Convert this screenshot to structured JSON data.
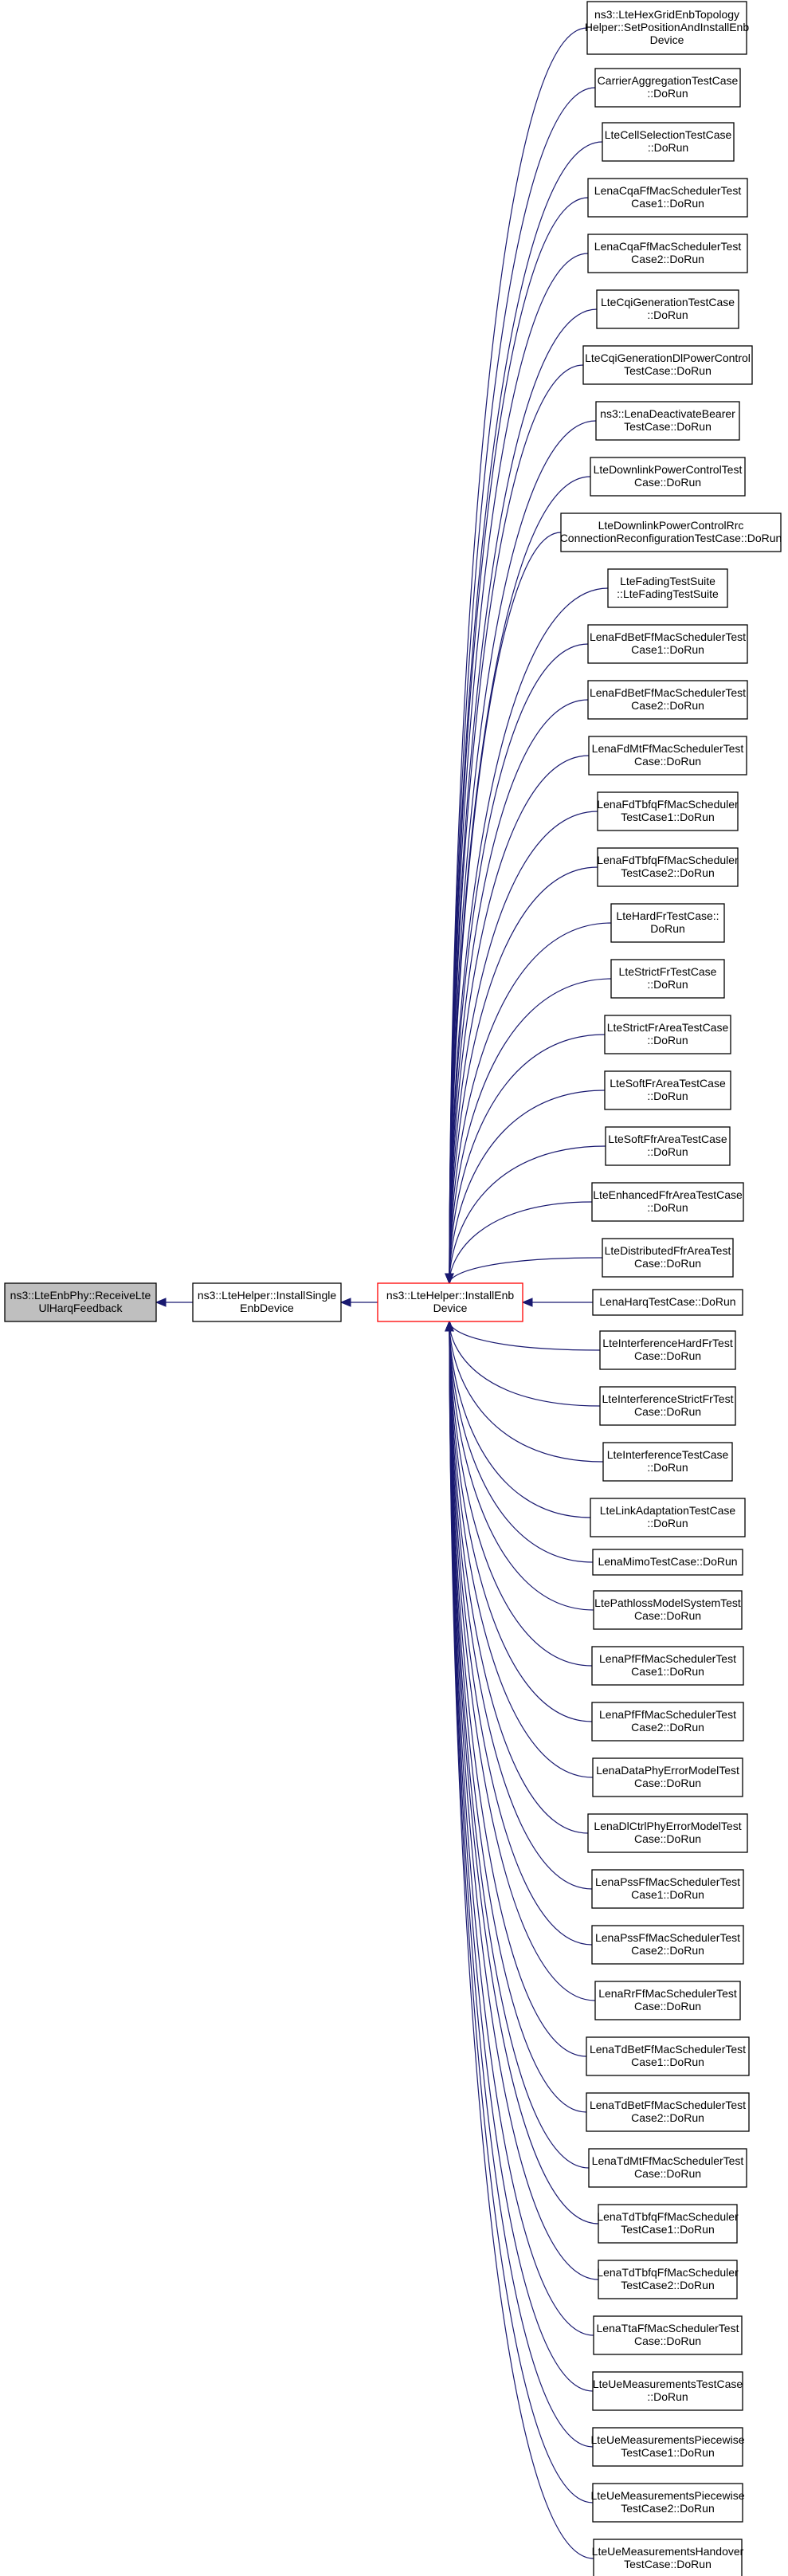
{
  "graph": {
    "root": {
      "lines": [
        "ns3::LteEnbPhy::ReceiveLte",
        "UlHarqFeedback"
      ]
    },
    "install_single": {
      "lines": [
        "ns3::LteHelper::InstallSingle",
        "EnbDevice"
      ]
    },
    "install_enb": {
      "lines": [
        "ns3::LteHelper::InstallEnb",
        "Device"
      ]
    },
    "callers": [
      {
        "lines": [
          "ns3::LteHexGridEnbTopology",
          "Helper::SetPositionAndInstallEnb",
          "Device"
        ]
      },
      {
        "lines": [
          "CarrierAggregationTestCase",
          "::DoRun"
        ]
      },
      {
        "lines": [
          "LteCellSelectionTestCase",
          "::DoRun"
        ]
      },
      {
        "lines": [
          "LenaCqaFfMacSchedulerTest",
          "Case1::DoRun"
        ]
      },
      {
        "lines": [
          "LenaCqaFfMacSchedulerTest",
          "Case2::DoRun"
        ]
      },
      {
        "lines": [
          "LteCqiGenerationTestCase",
          "::DoRun"
        ]
      },
      {
        "lines": [
          "LteCqiGenerationDlPowerControl",
          "TestCase::DoRun"
        ]
      },
      {
        "lines": [
          "ns3::LenaDeactivateBearer",
          "TestCase::DoRun"
        ]
      },
      {
        "lines": [
          "LteDownlinkPowerControlTest",
          "Case::DoRun"
        ]
      },
      {
        "lines": [
          "LteDownlinkPowerControlRrc",
          "ConnectionReconfigurationTestCase::DoRun"
        ]
      },
      {
        "lines": [
          "LteFadingTestSuite",
          "::LteFadingTestSuite"
        ]
      },
      {
        "lines": [
          "LenaFdBetFfMacSchedulerTest",
          "Case1::DoRun"
        ]
      },
      {
        "lines": [
          "LenaFdBetFfMacSchedulerTest",
          "Case2::DoRun"
        ]
      },
      {
        "lines": [
          "LenaFdMtFfMacSchedulerTest",
          "Case::DoRun"
        ]
      },
      {
        "lines": [
          "LenaFdTbfqFfMacScheduler",
          "TestCase1::DoRun"
        ]
      },
      {
        "lines": [
          "LenaFdTbfqFfMacScheduler",
          "TestCase2::DoRun"
        ]
      },
      {
        "lines": [
          "LteHardFrTestCase::",
          "DoRun"
        ]
      },
      {
        "lines": [
          "LteStrictFrTestCase",
          "::DoRun"
        ]
      },
      {
        "lines": [
          "LteStrictFrAreaTestCase",
          "::DoRun"
        ]
      },
      {
        "lines": [
          "LteSoftFrAreaTestCase",
          "::DoRun"
        ]
      },
      {
        "lines": [
          "LteSoftFfrAreaTestCase",
          "::DoRun"
        ]
      },
      {
        "lines": [
          "LteEnhancedFfrAreaTestCase",
          "::DoRun"
        ]
      },
      {
        "lines": [
          "LteDistributedFfrAreaTest",
          "Case::DoRun"
        ]
      },
      {
        "lines": [
          "LenaHarqTestCase::DoRun"
        ]
      },
      {
        "lines": [
          "LteInterferenceHardFrTest",
          "Case::DoRun"
        ]
      },
      {
        "lines": [
          "LteInterferenceStrictFrTest",
          "Case::DoRun"
        ]
      },
      {
        "lines": [
          "LteInterferenceTestCase",
          "::DoRun"
        ]
      },
      {
        "lines": [
          "LteLinkAdaptationTestCase",
          "::DoRun"
        ]
      },
      {
        "lines": [
          "LenaMimoTestCase::DoRun"
        ]
      },
      {
        "lines": [
          "LtePathlossModelSystemTest",
          "Case::DoRun"
        ]
      },
      {
        "lines": [
          "LenaPfFfMacSchedulerTest",
          "Case1::DoRun"
        ]
      },
      {
        "lines": [
          "LenaPfFfMacSchedulerTest",
          "Case2::DoRun"
        ]
      },
      {
        "lines": [
          "LenaDataPhyErrorModelTest",
          "Case::DoRun"
        ]
      },
      {
        "lines": [
          "LenaDlCtrlPhyErrorModelTest",
          "Case::DoRun"
        ]
      },
      {
        "lines": [
          "LenaPssFfMacSchedulerTest",
          "Case1::DoRun"
        ]
      },
      {
        "lines": [
          "LenaPssFfMacSchedulerTest",
          "Case2::DoRun"
        ]
      },
      {
        "lines": [
          "LenaRrFfMacSchedulerTest",
          "Case::DoRun"
        ]
      },
      {
        "lines": [
          "LenaTdBetFfMacSchedulerTest",
          "Case1::DoRun"
        ]
      },
      {
        "lines": [
          "LenaTdBetFfMacSchedulerTest",
          "Case2::DoRun"
        ]
      },
      {
        "lines": [
          "LenaTdMtFfMacSchedulerTest",
          "Case::DoRun"
        ]
      },
      {
        "lines": [
          "LenaTdTbfqFfMacScheduler",
          "TestCase1::DoRun"
        ]
      },
      {
        "lines": [
          "LenaTdTbfqFfMacScheduler",
          "TestCase2::DoRun"
        ]
      },
      {
        "lines": [
          "LenaTtaFfMacSchedulerTest",
          "Case::DoRun"
        ]
      },
      {
        "lines": [
          "LteUeMeasurementsTestCase",
          "::DoRun"
        ]
      },
      {
        "lines": [
          "LteUeMeasurementsPiecewise",
          "TestCase1::DoRun"
        ]
      },
      {
        "lines": [
          "LteUeMeasurementsPiecewise",
          "TestCase2::DoRun"
        ]
      },
      {
        "lines": [
          "LteUeMeasurementsHandover",
          "TestCase::DoRun"
        ]
      }
    ],
    "colors": {
      "edge": "#191970",
      "root_fill": "#bfbfbf",
      "highlight_border": "#ff0000"
    }
  }
}
